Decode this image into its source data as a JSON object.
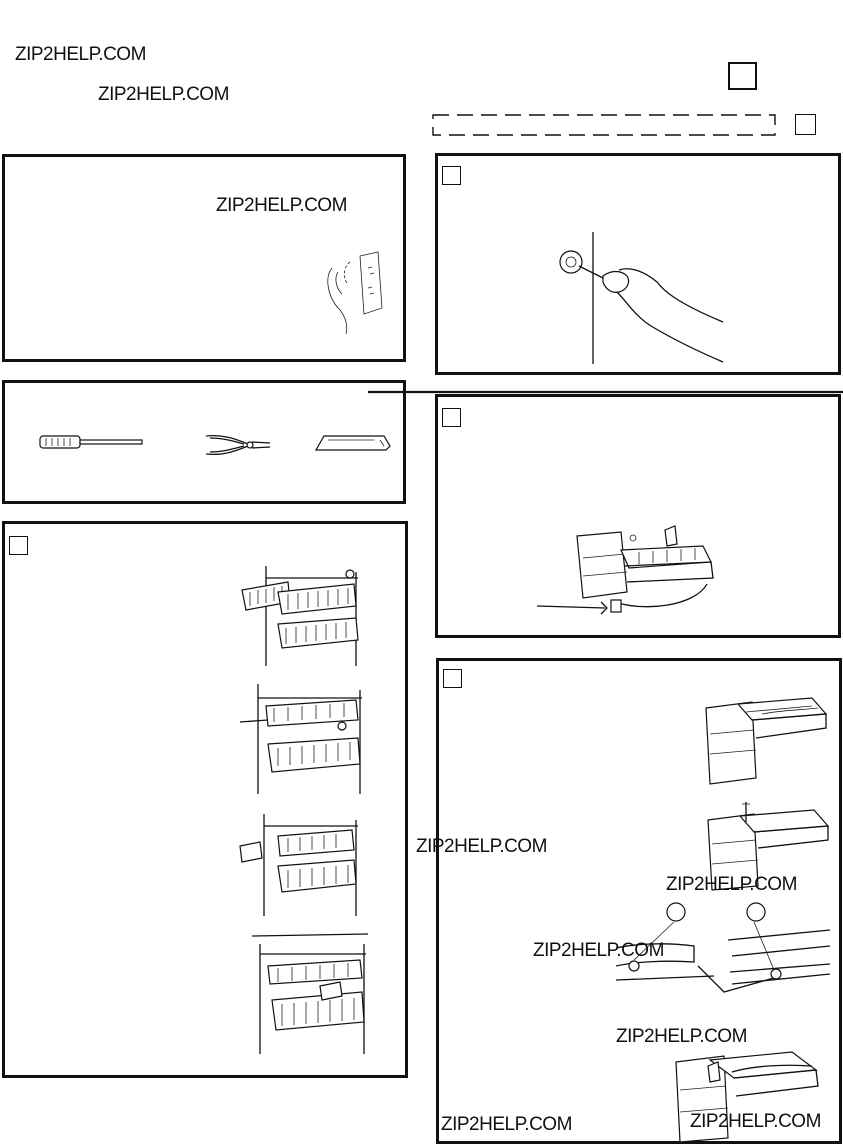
{
  "watermarks": [
    "ZIP2HELP.COM",
    "ZIP2HELP.COM",
    "ZIP2HELP.COM",
    "ZIP2HELP.COM",
    "ZIP2HELP.COM",
    "ZIP2HELP.COM",
    "ZIP2HELP.COM",
    "ZIP2HELP.COM"
  ],
  "icons": {
    "screwdriver": "screwdriver-icon",
    "pliers": "pliers-icon",
    "knife": "utility-knife-icon",
    "icemaker": "icemaker-icon"
  }
}
